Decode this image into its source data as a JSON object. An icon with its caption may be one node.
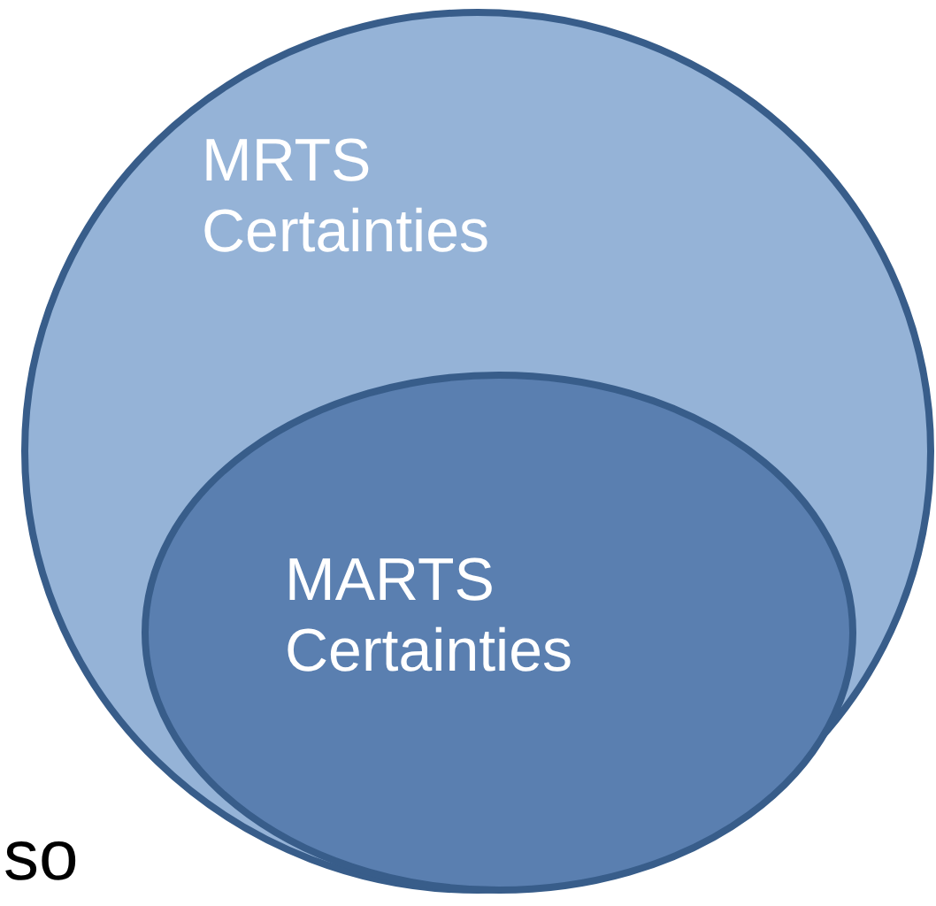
{
  "diagram": {
    "nodes": [
      {
        "text": [
          "MRTS Certainties"
        ]
      },
      {
        "text": [
          "MARTS Certainties"
        ],
        "in": 0
      }
    ],
    "labels": [
      "so"
    ]
  }
}
